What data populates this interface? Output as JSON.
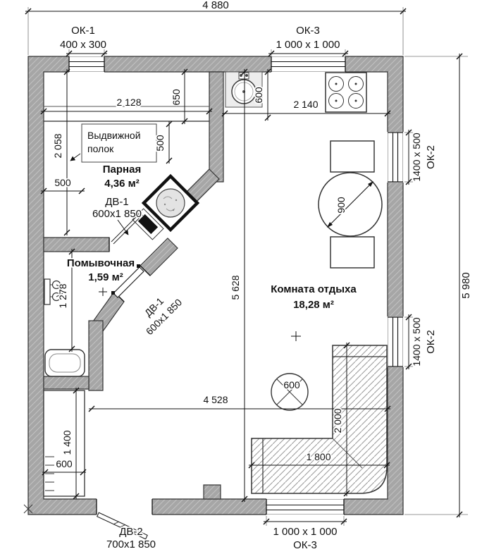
{
  "plan": {
    "overall_width": "4 880",
    "overall_height": "5 980",
    "windows": {
      "ok1": {
        "name": "ОК-1",
        "size": "400 x 300"
      },
      "ok3_top": {
        "name": "ОК-3",
        "size": "1 000 x 1 000"
      },
      "ok3_bottom": {
        "name": "ОК-3",
        "size": "1 000 x 1 000"
      },
      "ok2_upper": {
        "name": "ОК-2",
        "size": "1400 x 500"
      },
      "ok2_lower": {
        "name": "ОК-2",
        "size": "1400 x 500"
      }
    },
    "doors": {
      "dv1_steam": {
        "name": "ДВ-1",
        "size": "600х1 850"
      },
      "dv1_wash": {
        "name": "ДВ-1",
        "size": "600х1 850"
      },
      "dv2": {
        "name": "ДВ-2",
        "size": "700х1 850"
      }
    },
    "rooms": {
      "parnaya": {
        "name": "Парная",
        "area": "4,36 м²"
      },
      "pomyvochnaya": {
        "name": "Помывочная",
        "area": "1,59 м²"
      },
      "komnata_otdyha": {
        "name": "Комната отдыха",
        "area": "18,28 м²"
      }
    },
    "labels": {
      "shelf_line1": "Выдвижной",
      "shelf_line2": "полок"
    },
    "dims": {
      "d2128": "2 128",
      "d650": "650",
      "d600_sink": "600",
      "d2140": "2 140",
      "d500_shelf": "500",
      "d2058": "2 058",
      "d500_left": "500",
      "d1278": "1 278",
      "d5628": "5 628",
      "d4528": "4 528",
      "d900": "900",
      "d2000": "2 000",
      "d1800": "1 800",
      "d600_table": "600",
      "d1400_bench": "1 400",
      "d600_bench": "600"
    }
  }
}
